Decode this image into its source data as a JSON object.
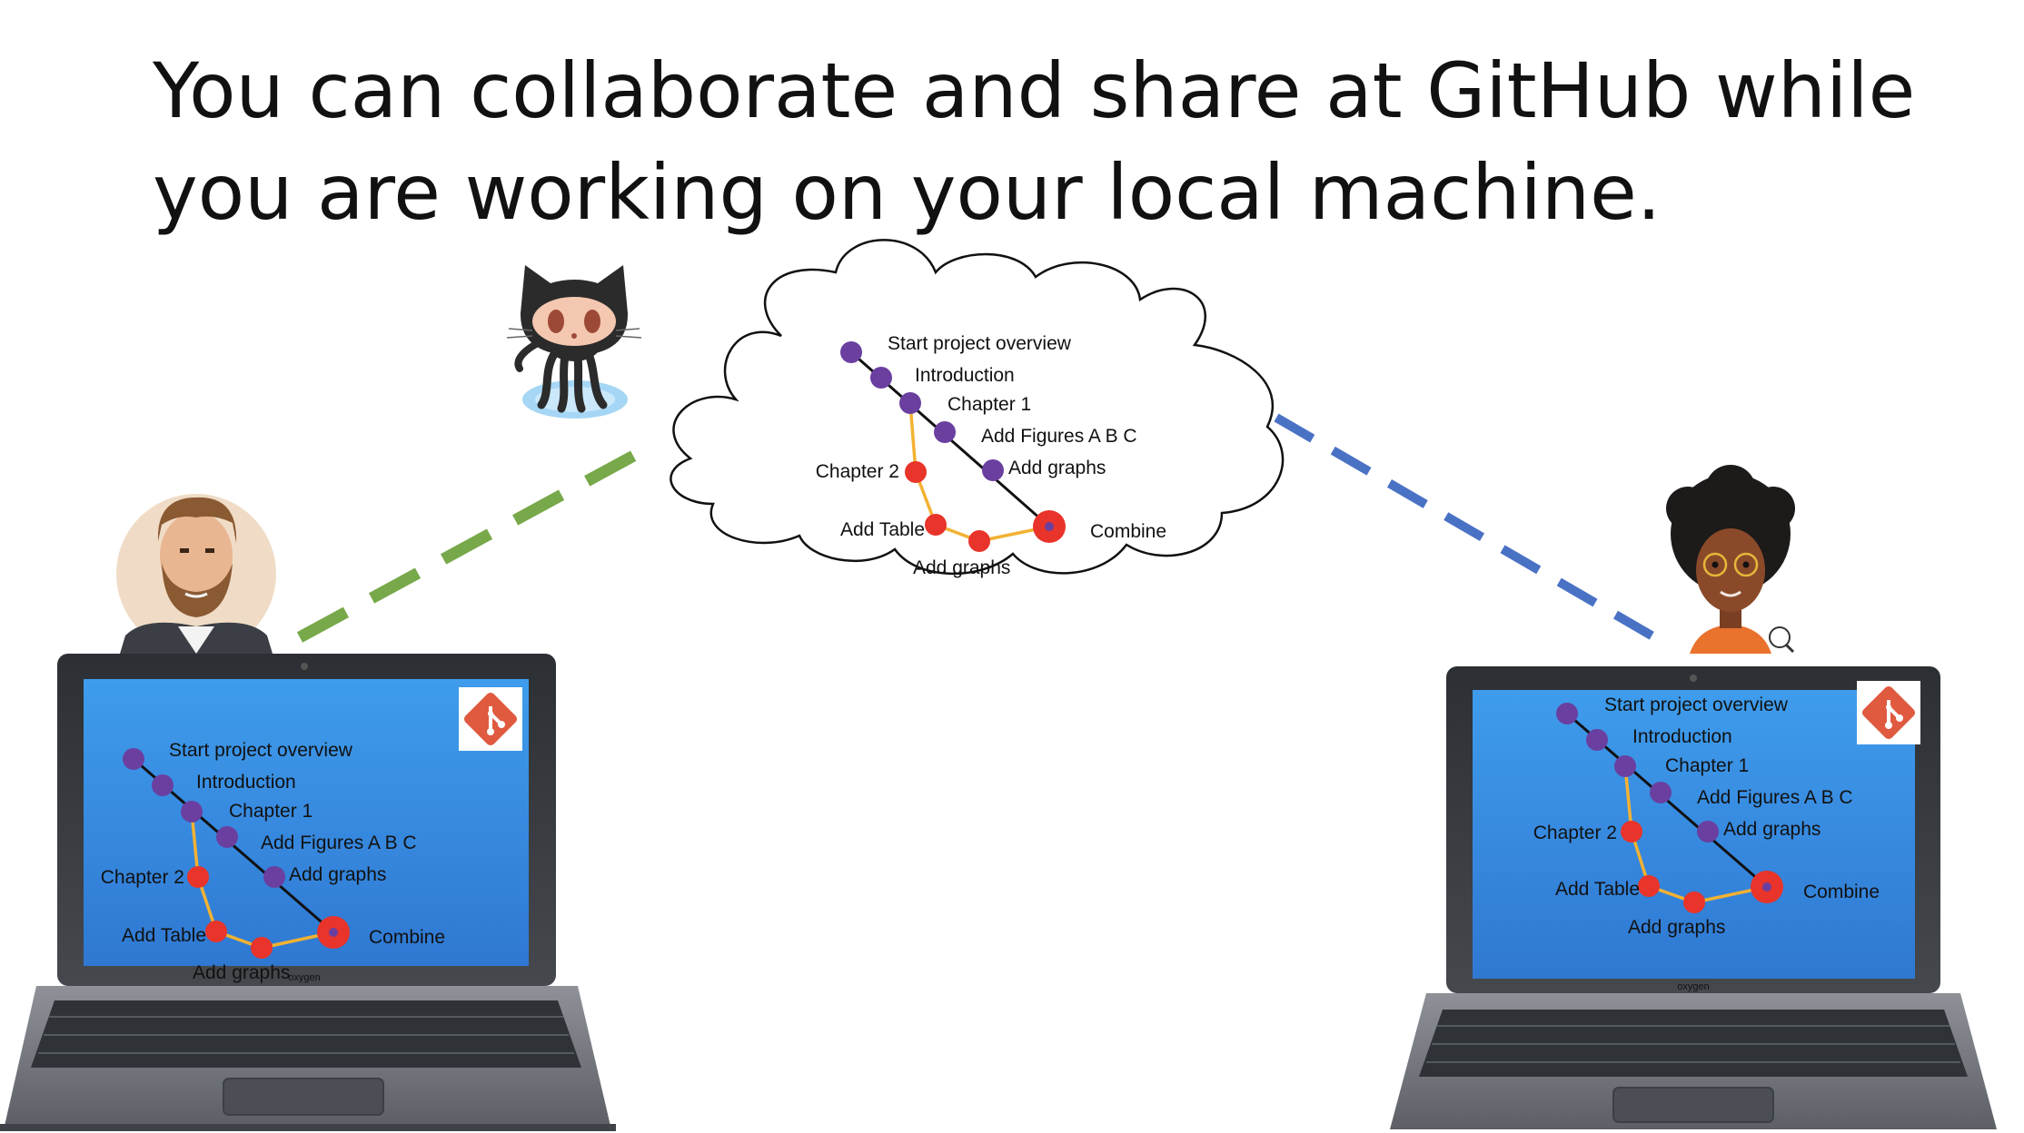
{
  "title": {
    "line1": "You can collaborate and share at GitHub while",
    "line2": "you are working on your local machine."
  },
  "commit_graph": {
    "main": [
      "Start project overview",
      "Introduction",
      "Chapter 1",
      "Add Figures A B C",
      "Add graphs"
    ],
    "branch": [
      "Chapter 2",
      "Add Table",
      "Add graphs"
    ],
    "merge": "Combine"
  },
  "laptop_brand": "oxygen",
  "colors": {
    "main_commit": "#6a3fa0",
    "branch_commit": "#e8342a",
    "branch_line": "#f2b233",
    "left_link": "#77a84a",
    "right_link": "#4a72c4",
    "screen": "#3a8fe0",
    "git_logo": "#e05a3f"
  },
  "icons": {
    "github": "octocat-icon",
    "git": "git-logo-icon",
    "user_left": "bearded-man-avatar",
    "user_right": "woman-avatar"
  }
}
